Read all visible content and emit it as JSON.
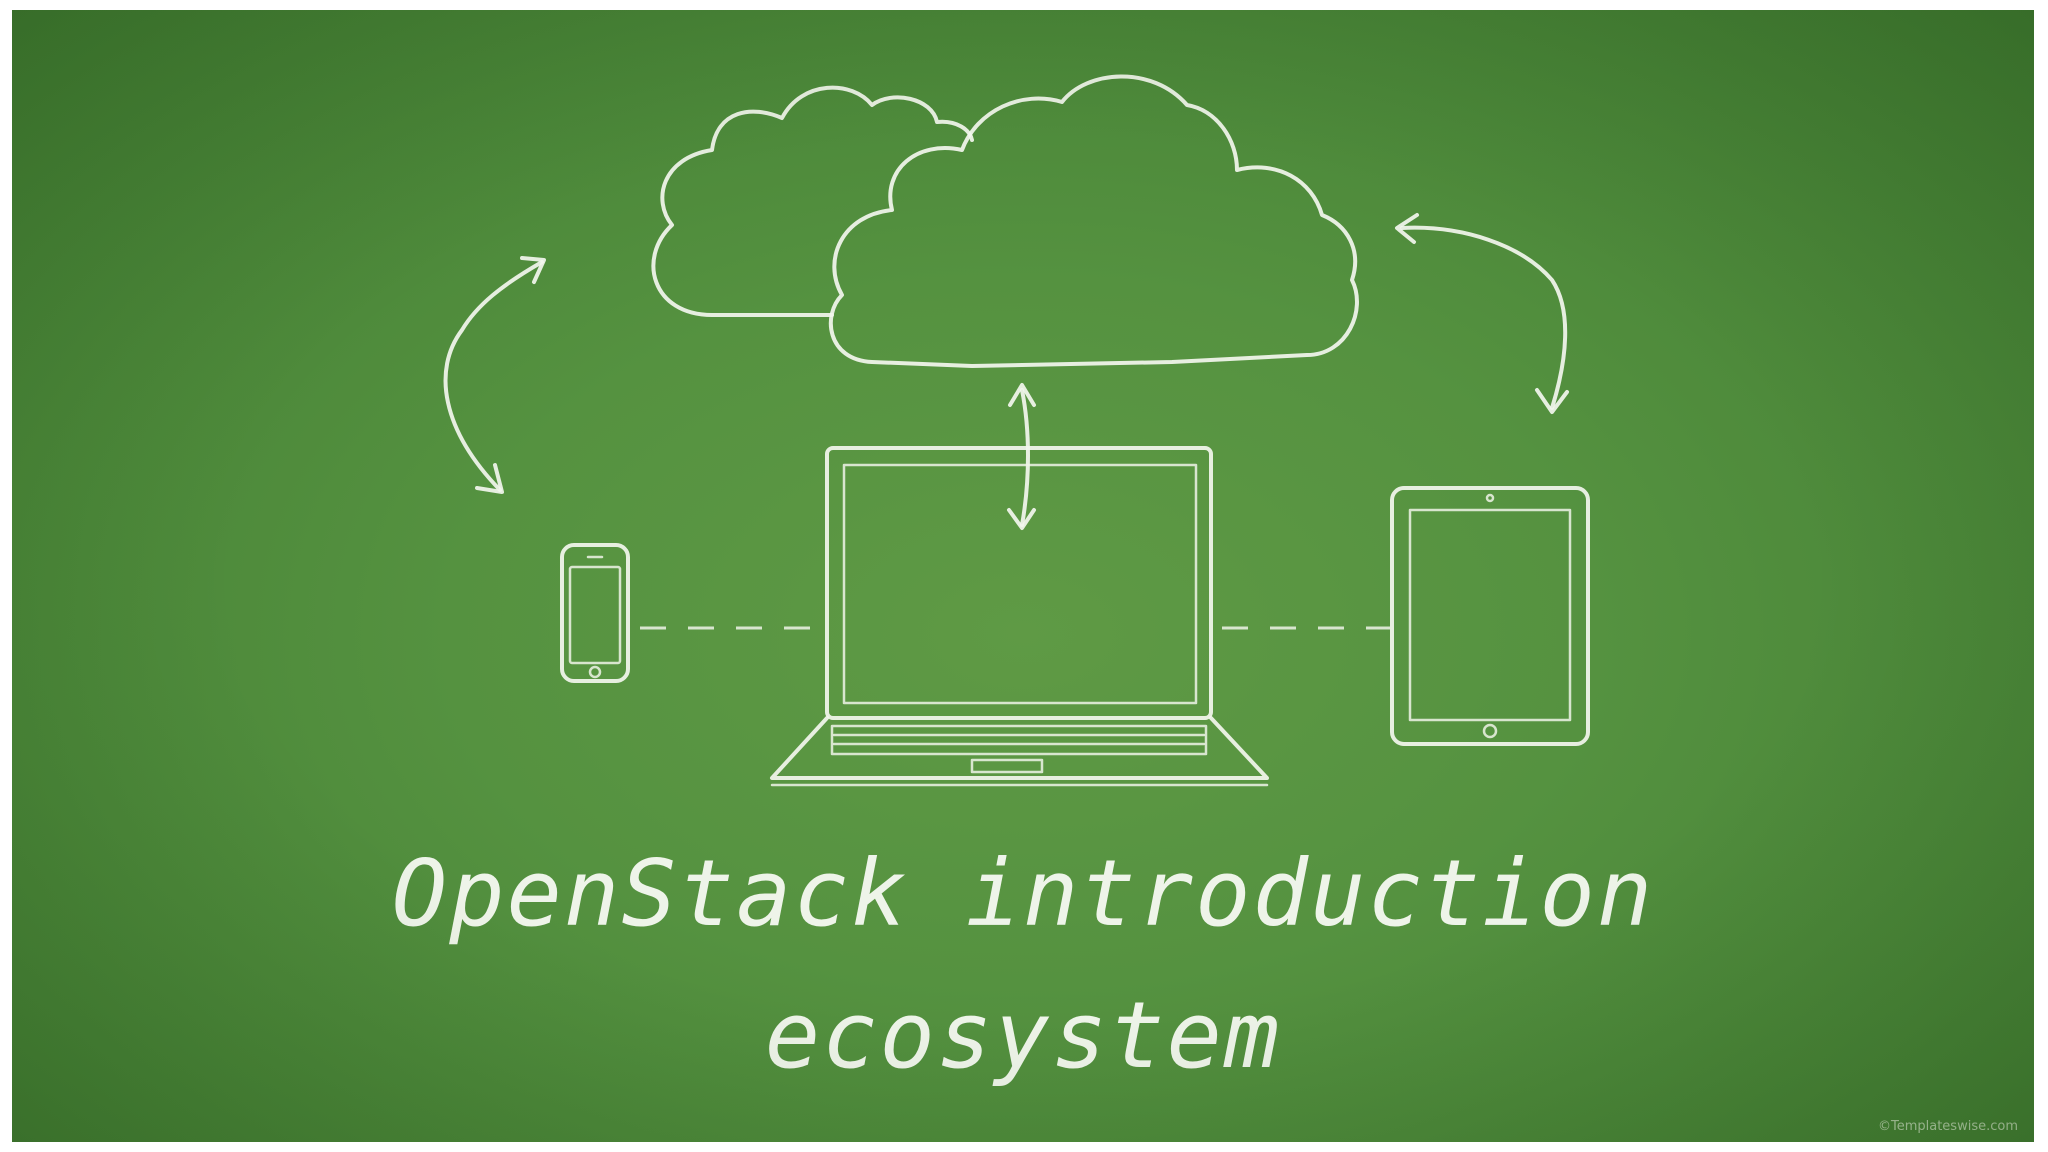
{
  "slide": {
    "background_color": "#559240",
    "chalk_color": "#f3f6ee",
    "title_line_1": "OpenStack introduction",
    "title_line_2": "ecosystem",
    "watermark": "©Templateswise.com"
  },
  "illustration": {
    "items": [
      "cloud-icon",
      "cloud-icon",
      "laptop-icon",
      "smartphone-icon",
      "tablet-icon",
      "double-arrow-icon"
    ]
  }
}
